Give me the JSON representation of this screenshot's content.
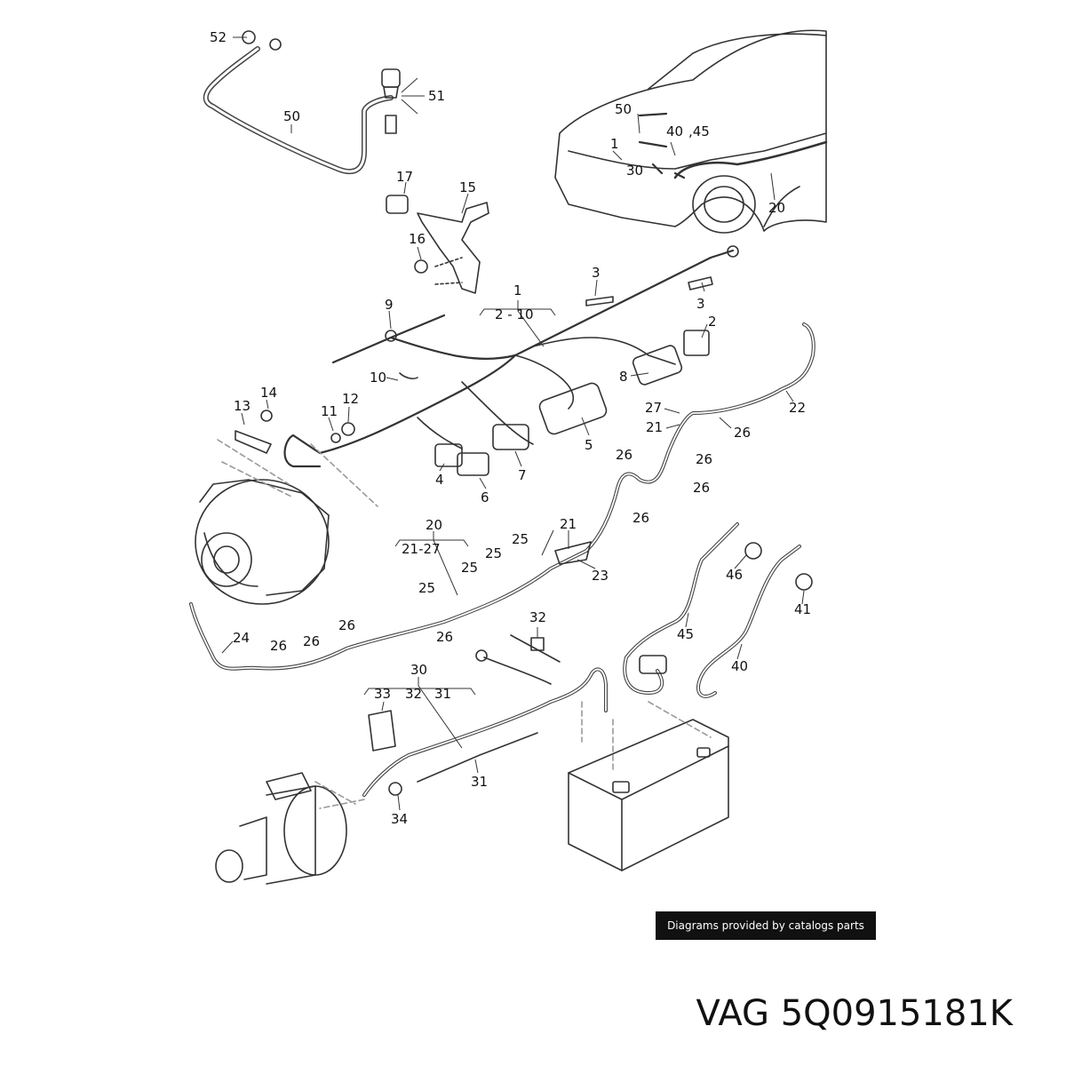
{
  "callouts": [
    {
      "id": "52",
      "text": "52"
    },
    {
      "id": "51",
      "text": "51"
    },
    {
      "id": "50a",
      "text": "50"
    },
    {
      "id": "50b",
      "text": "50"
    },
    {
      "id": "1a",
      "text": "1"
    },
    {
      "id": "40a",
      "text": "40"
    },
    {
      "id": "45a",
      "text": ",45"
    },
    {
      "id": "30a",
      "text": "30"
    },
    {
      "id": "20a",
      "text": "20"
    },
    {
      "id": "17",
      "text": "17"
    },
    {
      "id": "15",
      "text": "15"
    },
    {
      "id": "16",
      "text": "16"
    },
    {
      "id": "3a",
      "text": "3"
    },
    {
      "id": "3b",
      "text": "3"
    },
    {
      "id": "1b",
      "text": "1"
    },
    {
      "id": "2-10",
      "text": "2 - 10"
    },
    {
      "id": "9",
      "text": "9"
    },
    {
      "id": "2",
      "text": "2"
    },
    {
      "id": "8",
      "text": "8"
    },
    {
      "id": "10",
      "text": "10"
    },
    {
      "id": "14",
      "text": "14"
    },
    {
      "id": "13",
      "text": "13"
    },
    {
      "id": "11",
      "text": "11"
    },
    {
      "id": "12",
      "text": "12"
    },
    {
      "id": "5",
      "text": "5"
    },
    {
      "id": "27",
      "text": "27"
    },
    {
      "id": "22",
      "text": "22"
    },
    {
      "id": "21a",
      "text": "21"
    },
    {
      "id": "26a",
      "text": "26"
    },
    {
      "id": "26b",
      "text": "26"
    },
    {
      "id": "26c",
      "text": "26"
    },
    {
      "id": "26d",
      "text": "26"
    },
    {
      "id": "26e",
      "text": "26"
    },
    {
      "id": "4",
      "text": "4"
    },
    {
      "id": "7",
      "text": "7"
    },
    {
      "id": "6",
      "text": "6"
    },
    {
      "id": "20b",
      "text": "20"
    },
    {
      "id": "21-27",
      "text": "21-27"
    },
    {
      "id": "21b",
      "text": "21"
    },
    {
      "id": "25a",
      "text": "25"
    },
    {
      "id": "25b",
      "text": "25"
    },
    {
      "id": "25c",
      "text": "25"
    },
    {
      "id": "25d",
      "text": "25"
    },
    {
      "id": "23",
      "text": "23"
    },
    {
      "id": "46",
      "text": "46"
    },
    {
      "id": "41",
      "text": "41"
    },
    {
      "id": "45b",
      "text": "45"
    },
    {
      "id": "40b",
      "text": "40"
    },
    {
      "id": "24",
      "text": "24"
    },
    {
      "id": "26f",
      "text": "26"
    },
    {
      "id": "26g",
      "text": "26"
    },
    {
      "id": "26h",
      "text": "26"
    },
    {
      "id": "26i",
      "text": "26"
    },
    {
      "id": "32a",
      "text": "32"
    },
    {
      "id": "30b",
      "text": "30"
    },
    {
      "id": "33",
      "text": "33"
    },
    {
      "id": "32b",
      "text": "32"
    },
    {
      "id": "31a",
      "text": "31"
    },
    {
      "id": "31b",
      "text": "31"
    },
    {
      "id": "34",
      "text": "34"
    }
  ],
  "badge_text": "Diagrams provided by catalogs parts",
  "part_number": "VAG 5Q0915181K"
}
